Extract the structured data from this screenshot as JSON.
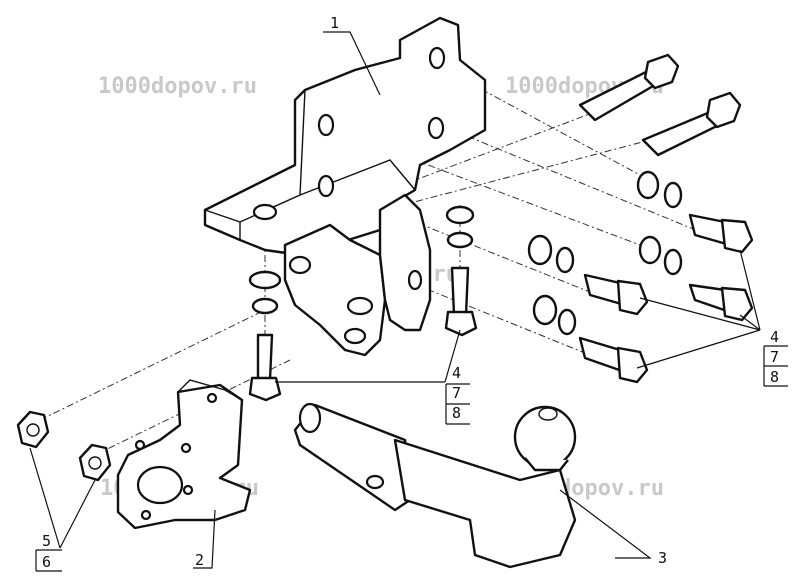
{
  "watermark": "1000dopov.ru",
  "callouts": {
    "c1": "1",
    "c2": "2",
    "c3": "3",
    "c4a": "4",
    "c7a": "7",
    "c8a": "8",
    "c4b": "4",
    "c7b": "7",
    "c8b": "8",
    "c5": "5",
    "c6": "6"
  },
  "colors": {
    "line": "#111111",
    "watermark": "#c9c9c9",
    "background": "#ffffff"
  }
}
